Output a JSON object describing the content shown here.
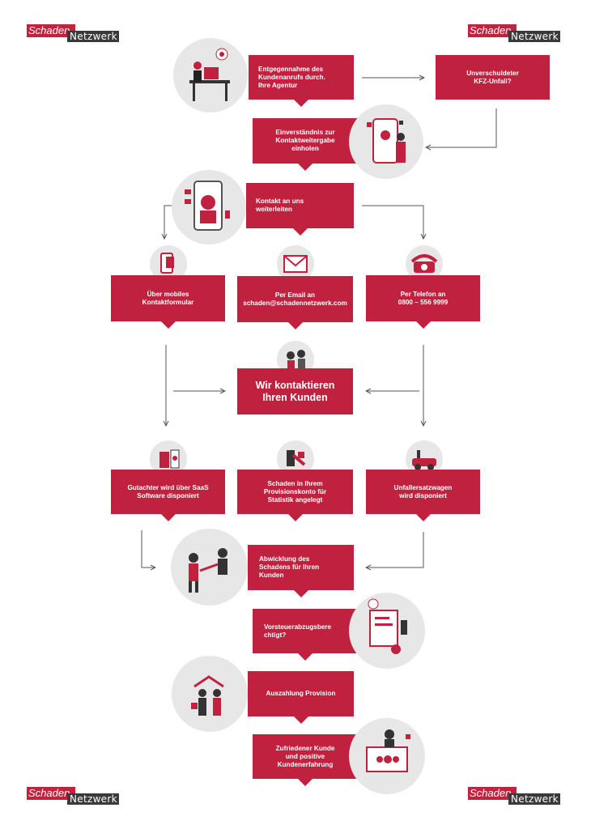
{
  "logo": {
    "part1": "Schaden",
    "part2": "Netzwerk"
  },
  "steps": {
    "s1": "Entgegennahme des\nKundenanrufs durch.\nIhre Agentur",
    "s2": "Unverschuldeter\nKFZ-Unfall?",
    "s3": "Einverständnis zur\nKontaktweitergabe\neinholen",
    "s4": "Kontakt an uns\nweiterleiten",
    "s5": "Über mobiles\nKontaktformular",
    "s6": "Per Email an\nschaden@schadennetzwerk.com",
    "s7": "Per Telefon an\n0800 – 556 9999",
    "s8": "Wir kontaktieren\nIhren Kunden",
    "s9": "Gutachter wird über SaaS\nSoftware disponiert",
    "s10": "Schaden in Ihrem\nProvisionskonto für\nStatistik angelegt",
    "s11": "Unfallersatzwagen\nwird disponiert",
    "s12": "Abwicklung des\nSchadens für Ihren\nKunden",
    "s13": "Vorsteuerabzugsbere\nchtigt?",
    "s14": "Auszahlung Provision",
    "s15": "Zufriedener Kunde\nund positive\nKundenerfahrung"
  },
  "colors": {
    "accent": "#c0213e",
    "circle": "#e7e7e8",
    "line": "#555555",
    "logo_dark": "#3a3a3a"
  }
}
